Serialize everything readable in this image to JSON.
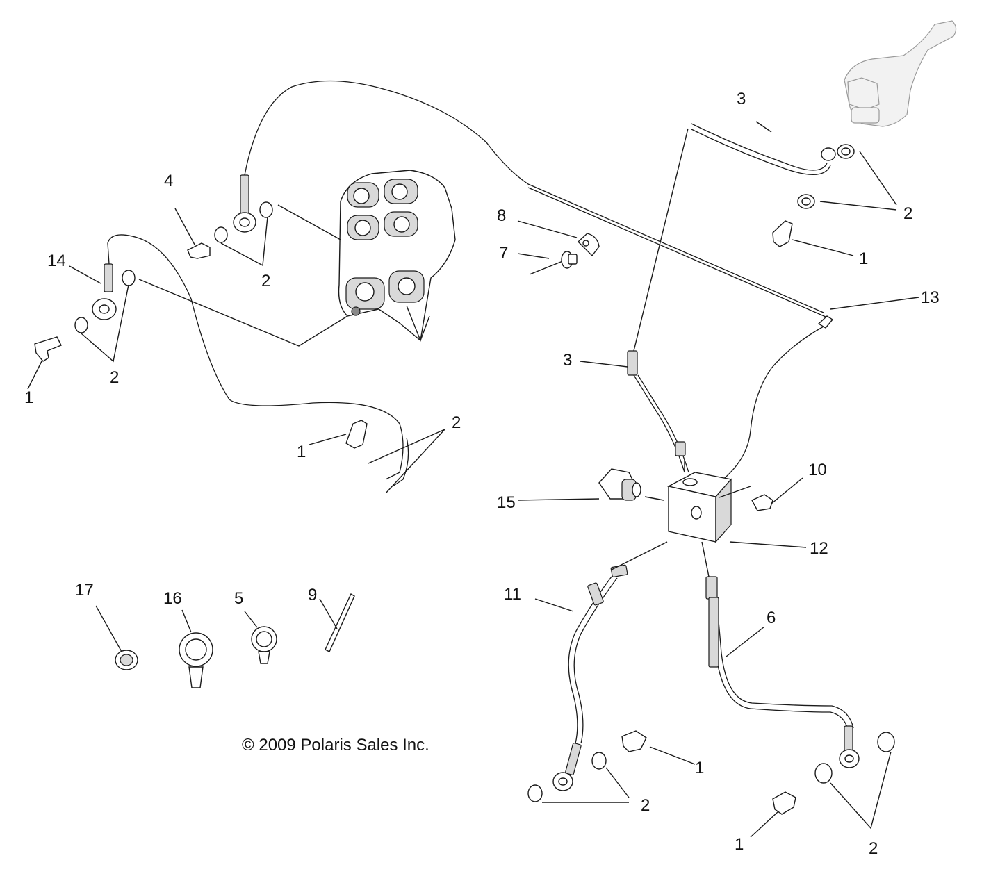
{
  "diagram": {
    "copyright": "© 2009 Polaris Sales Inc.",
    "callouts": [
      {
        "id": "c-3-top",
        "text": "3"
      },
      {
        "id": "c-2-master-a",
        "text": "2"
      },
      {
        "id": "c-1-master",
        "text": "1"
      },
      {
        "id": "c-8",
        "text": "8"
      },
      {
        "id": "c-7",
        "text": "7"
      },
      {
        "id": "c-4",
        "text": "4"
      },
      {
        "id": "c-2-caliper-top",
        "text": "2"
      },
      {
        "id": "c-14",
        "text": "14"
      },
      {
        "id": "c-2-caliper-left",
        "text": "2"
      },
      {
        "id": "c-1-left",
        "text": "1"
      },
      {
        "id": "c-13",
        "text": "13"
      },
      {
        "id": "c-3-mid",
        "text": "3"
      },
      {
        "id": "c-1-mid",
        "text": "1"
      },
      {
        "id": "c-2-mid",
        "text": "2"
      },
      {
        "id": "c-10",
        "text": "10"
      },
      {
        "id": "c-15",
        "text": "15"
      },
      {
        "id": "c-12",
        "text": "12"
      },
      {
        "id": "c-11",
        "text": "11"
      },
      {
        "id": "c-6",
        "text": "6"
      },
      {
        "id": "c-17",
        "text": "17"
      },
      {
        "id": "c-16",
        "text": "16"
      },
      {
        "id": "c-5",
        "text": "5"
      },
      {
        "id": "c-9",
        "text": "9"
      },
      {
        "id": "c-1-bottom-mid",
        "text": "1"
      },
      {
        "id": "c-2-bottom-left",
        "text": "2"
      },
      {
        "id": "c-1-bottom-right",
        "text": "1"
      },
      {
        "id": "c-2-bottom-right",
        "text": "2"
      }
    ]
  }
}
